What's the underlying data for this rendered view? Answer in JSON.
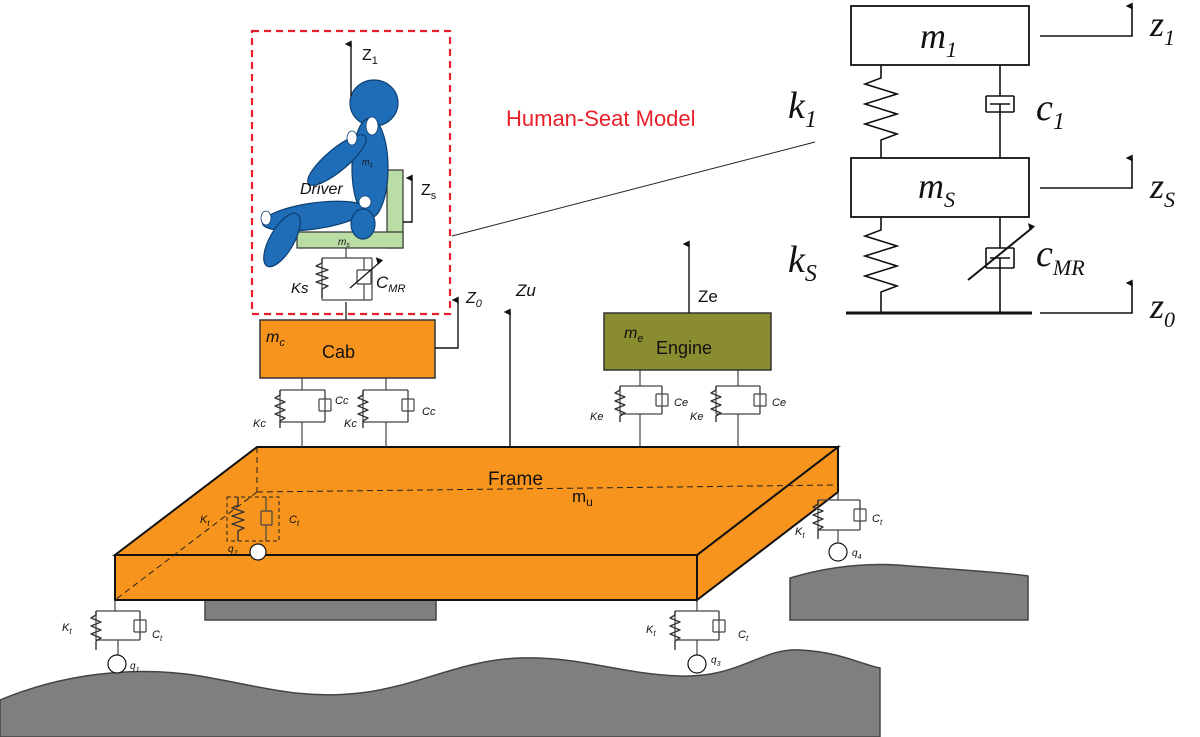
{
  "colors": {
    "orange": "#F7941D",
    "olive": "#8A8C30",
    "gray": "#7F7F7F",
    "blue": "#1F6DB6",
    "seat_green": "#B9DDA4",
    "red": "#E8202A"
  },
  "human_seat": {
    "title": "Human-Seat Model",
    "z1": "Z",
    "z1_sub": "1",
    "zs": "Z",
    "zs_sub": "s",
    "driver": "Driver",
    "m1": "m",
    "m1_sub": "1",
    "ms": "m",
    "ms_sub": "s",
    "ks": "Ks",
    "cmr": "C",
    "cmr_sub": "MR"
  },
  "cab": {
    "mass": "m",
    "mass_sub": "c",
    "label": "Cab",
    "z0": "Z",
    "z0_sub": "0",
    "kc": "Kc",
    "cc": "Cc"
  },
  "engine": {
    "mass": "m",
    "mass_sub": "e",
    "label": "Engine",
    "ze": "Ze",
    "ke": "Ke",
    "ce": "Ce"
  },
  "frame": {
    "label": "Frame",
    "mass": "m",
    "mass_sub": "u",
    "zu": "Zu"
  },
  "tires": {
    "kt": "K",
    "kt_sub": "t",
    "ct": "C",
    "ct_sub": "t",
    "q1": "q",
    "q1_sub": "1",
    "q2": "q",
    "q2_sub": "2",
    "q3": "q",
    "q3_sub": "3",
    "q4": "q",
    "q4_sub": "4"
  },
  "detail": {
    "m1": "m",
    "m1_sub": "1",
    "ms": "m",
    "ms_sub": "S",
    "k1": "k",
    "k1_sub": "1",
    "c1": "c",
    "c1_sub": "1",
    "ks": "k",
    "ks_sub": "S",
    "cmr": "c",
    "cmr_sub": "MR",
    "z1": "z",
    "z1_sub": "1",
    "zs": "z",
    "zs_sub": "S",
    "z0": "z",
    "z0_sub": "0"
  }
}
